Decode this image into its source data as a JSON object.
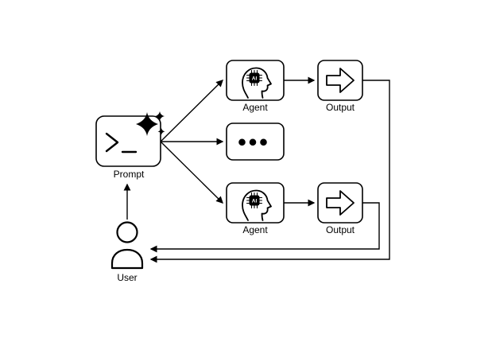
{
  "diagram": {
    "nodes": {
      "prompt": {
        "label": "Prompt"
      },
      "user": {
        "label": "User"
      },
      "agent_top": {
        "label": "Agent",
        "chip_text": "AI"
      },
      "agent_bottom": {
        "label": "Agent",
        "chip_text": "AI"
      },
      "ellipsis": {
        "label": "•••"
      },
      "output_top": {
        "label": "Output"
      },
      "output_bottom": {
        "label": "Output"
      }
    },
    "colors": {
      "stroke": "#000000",
      "background": "#ffffff"
    }
  }
}
